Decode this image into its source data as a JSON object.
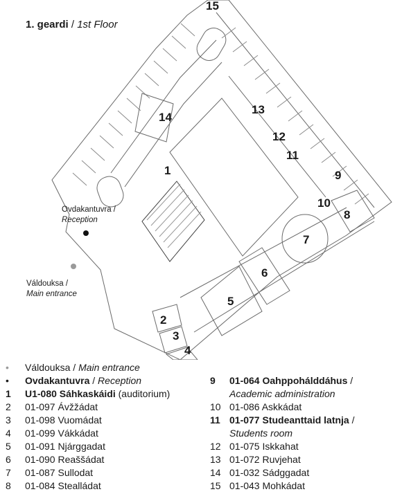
{
  "title": {
    "main": "1. geardi",
    "sub": "1st Floor"
  },
  "map_labels": {
    "reception": {
      "main": "Ovdakantuvra /",
      "sub": "Reception"
    },
    "entrance": {
      "main": "Váldouksa /",
      "sub": "Main entrance"
    }
  },
  "room_numbers": [
    "1",
    "2",
    "3",
    "4",
    "5",
    "6",
    "7",
    "8",
    "9",
    "10",
    "11",
    "12",
    "13",
    "14",
    "15"
  ],
  "legend_left": [
    {
      "key": "•",
      "name": "Váldouksa",
      "en": "Main entrance",
      "color": "#9a9a9a"
    },
    {
      "key": "•",
      "name": "Ovdakantuvra",
      "en": "Reception",
      "bold": true
    },
    {
      "key": "1",
      "name": "U1-080 Sáhkaskáidi",
      "en": "(auditorium)",
      "bold": true
    },
    {
      "key": "2",
      "name": "01-097 Ávžžádat"
    },
    {
      "key": "3",
      "name": "01-098 Vuomádat"
    },
    {
      "key": "4",
      "name": "01-099 Vákkádat"
    },
    {
      "key": "5",
      "name": "01-091 Njárggadat"
    },
    {
      "key": "6",
      "name": "01-090 Reaššádat"
    },
    {
      "key": "7",
      "name": "01-087 Sullodat"
    },
    {
      "key": "8",
      "name": "01-084 Stealládat"
    }
  ],
  "legend_right": [
    {
      "key": "9",
      "name": "01-064 Oahppohálddáhus",
      "en": "Academic administration",
      "bold": true
    },
    {
      "key": "10",
      "name": "01-086 Askkádat"
    },
    {
      "key": "11",
      "name": "01-077 Studeanttaid latnja",
      "en": "Students room",
      "bold": true
    },
    {
      "key": "12",
      "name": "01-075 Iskkahat"
    },
    {
      "key": "13",
      "name": "01-072 Ruvjehat"
    },
    {
      "key": "14",
      "name": "01-032 Sádggadat"
    },
    {
      "key": "15",
      "name": "01-043 Mohkádat"
    }
  ]
}
